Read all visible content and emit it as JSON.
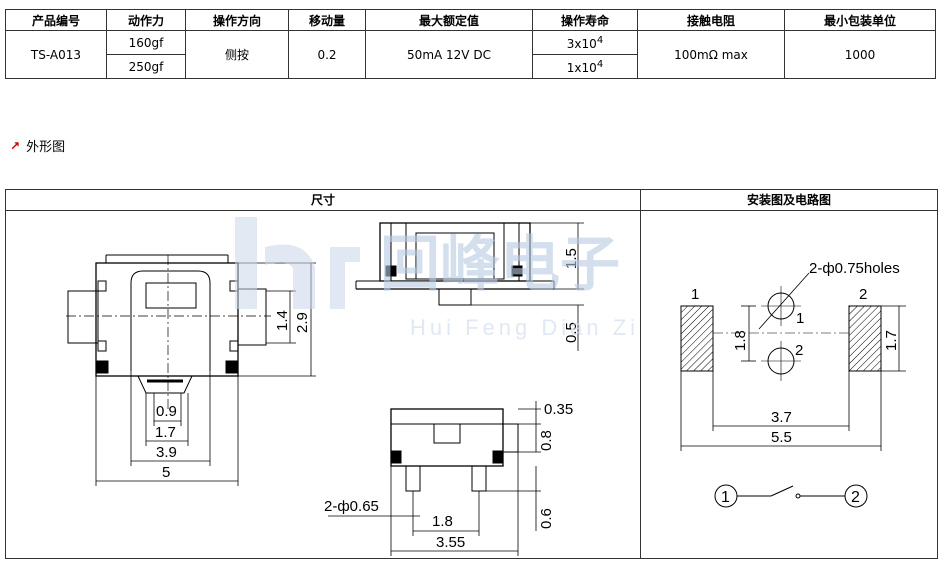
{
  "table": {
    "headers": [
      "产品编号",
      "动作力",
      "操作方向",
      "移动量",
      "最大额定值",
      "操作寿命",
      "接触电阻",
      "最小包装单位"
    ],
    "model": "TS-A013",
    "force": [
      "160gf",
      "250gf"
    ],
    "direction": "侧按",
    "travel": "0.2",
    "rating": "50mA 12V DC",
    "life_base": [
      "3x10",
      "1x10"
    ],
    "life_exp": [
      "4",
      "4"
    ],
    "resistance": "100mΩ max",
    "min_pack": "1000"
  },
  "section_title": "外形图",
  "panels": {
    "dimensions_title": "尺寸",
    "install_title": "安装图及电路图"
  },
  "watermark": {
    "text": "回峰电子",
    "pinyin": "Hui Feng Dian Zi"
  },
  "dims": {
    "top_height": "1.5",
    "top_pin": "0.5",
    "side_14": "1.4",
    "side_29": "2.9",
    "w09": "0.9",
    "w17": "1.7",
    "w39": "3.9",
    "w5": "5",
    "d035": "0.35",
    "d08": "0.8",
    "d06": "0.6",
    "holes_left": "2-ф0.65",
    "d18": "1.8",
    "d355": "3.55"
  },
  "install": {
    "holes": "2-ф0.75holes",
    "pad1": "1",
    "pad2": "2",
    "hole1": "1",
    "hole2": "2",
    "h18": "1.8",
    "h17": "1.7",
    "w37": "3.7",
    "w55": "5.5",
    "node1": "1",
    "node2": "2"
  }
}
